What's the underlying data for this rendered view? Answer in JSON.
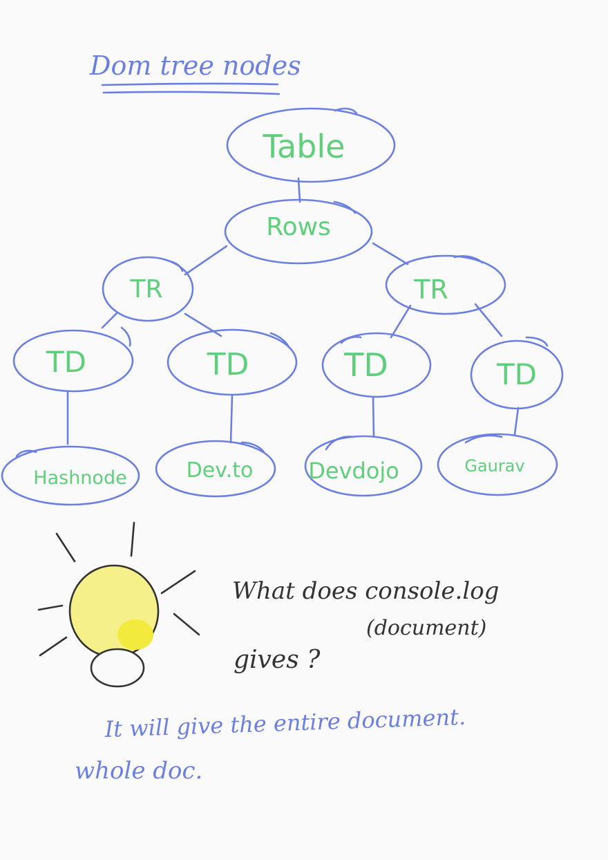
{
  "title": "Dom tree nodes",
  "nodes": {
    "table": "Table",
    "rows": "Rows",
    "tr_left": "TR",
    "tr_right": "TR",
    "td_1": "TD",
    "td_2": "TD",
    "td_3": "TD",
    "td_4": "TD",
    "leaf_1": "Hashnode",
    "leaf_2": "Dev.to",
    "leaf_3": "Devdojo",
    "leaf_4": "Gaurav"
  },
  "question": {
    "line1": "What does console.log",
    "line2": "(document)",
    "line3": "gives ?"
  },
  "answer": {
    "line1": "It will give the entire document.",
    "line2": "whole doc."
  },
  "colors": {
    "ink_blue": "#6b7fe0",
    "node_text_green": "#5fcf7c",
    "ink_dark": "#333333",
    "bulb_yellow": "#f6f08a",
    "bulb_highlight": "#f2ea3c"
  },
  "icons": {
    "idea": "lightbulb-icon"
  }
}
